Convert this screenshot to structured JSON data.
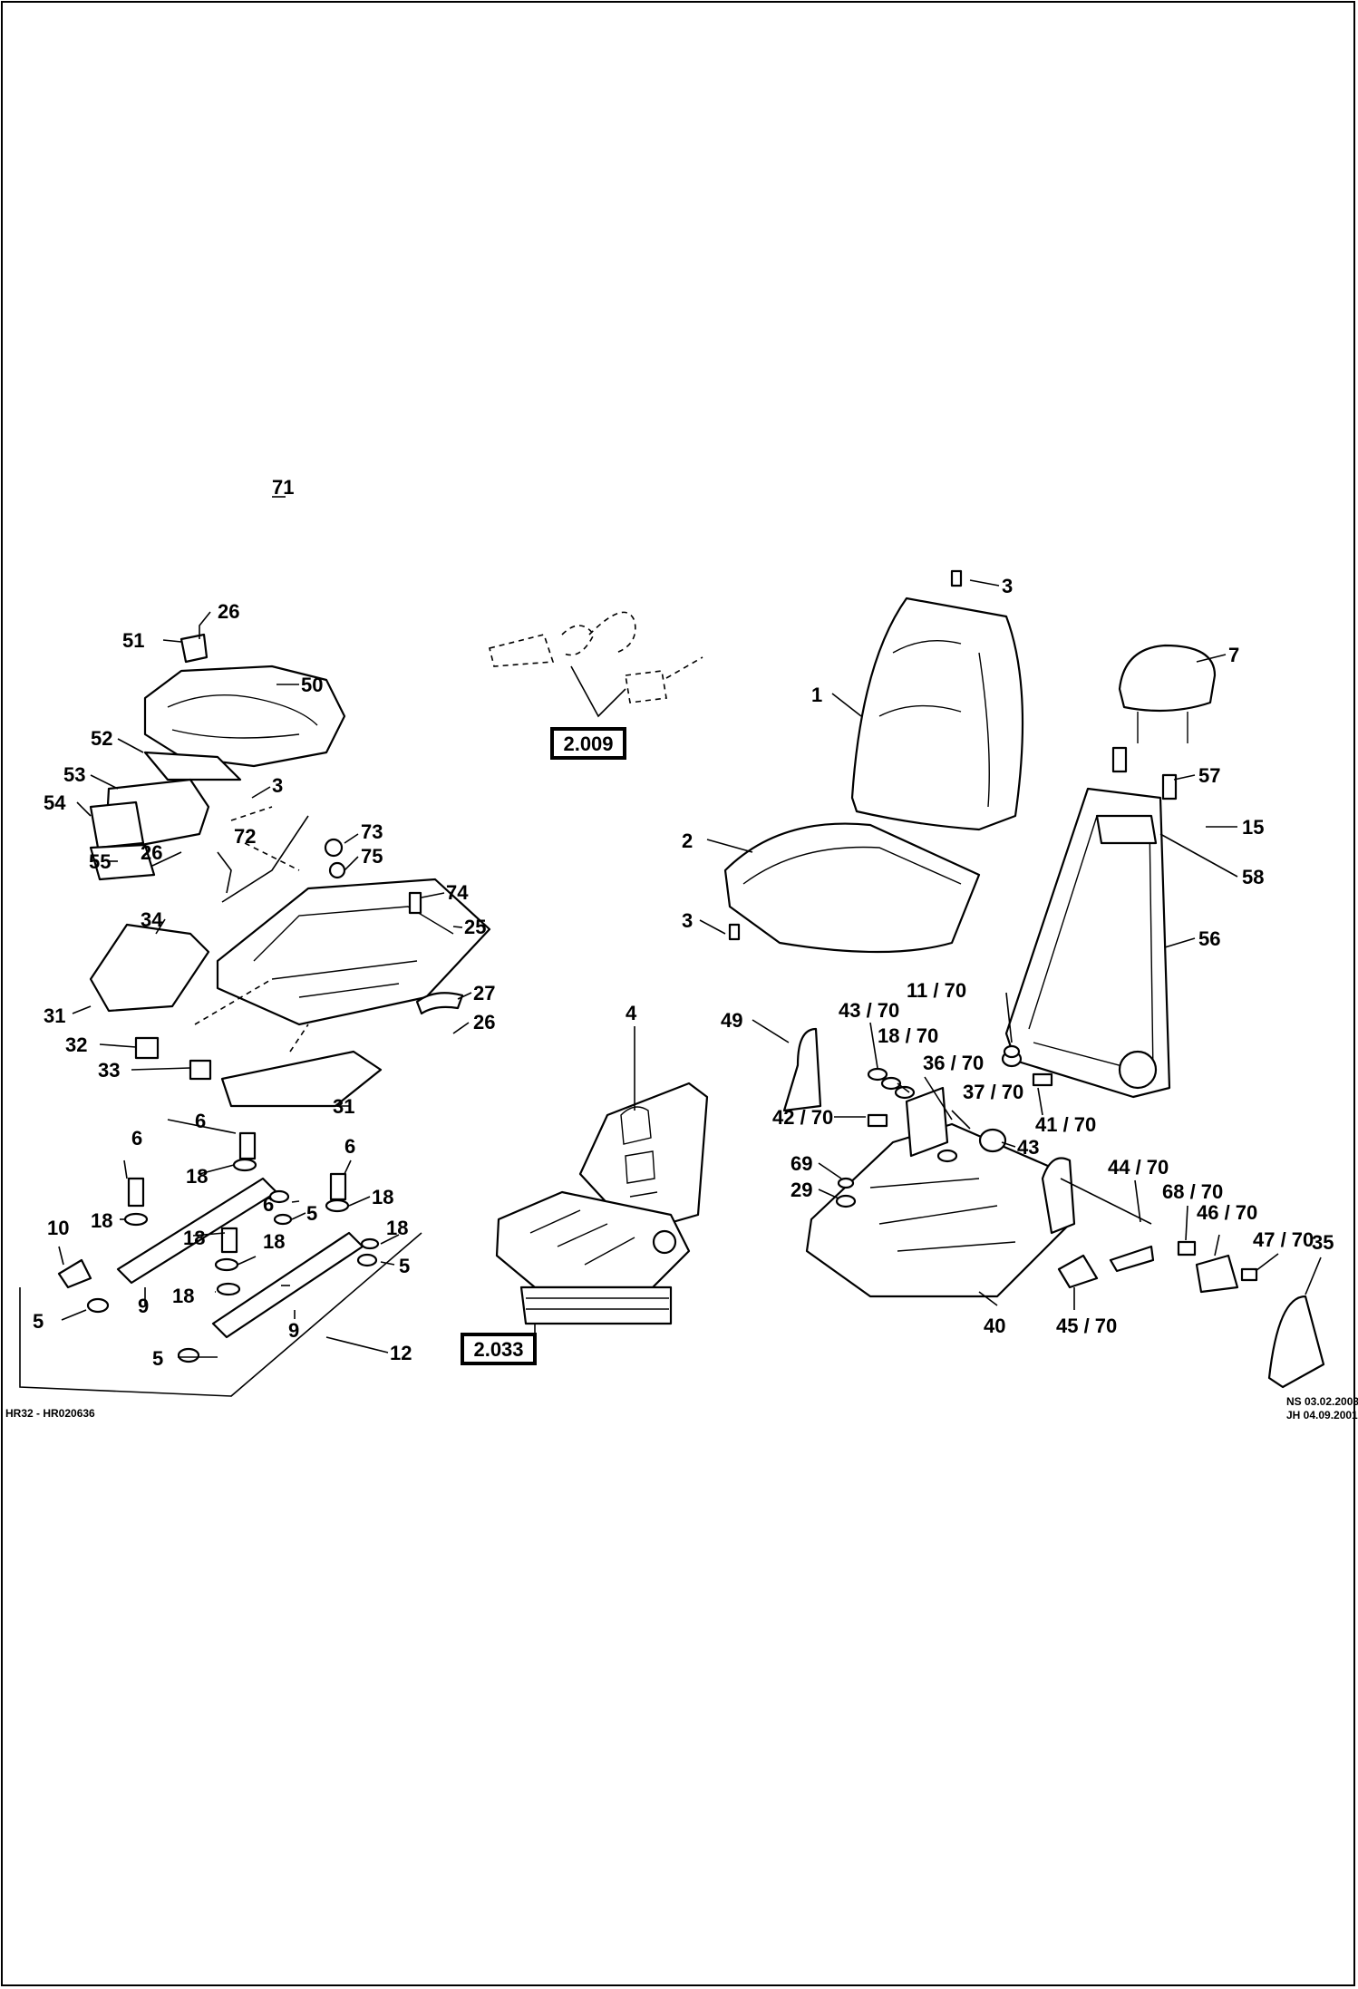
{
  "drawing": {
    "ref_left": "HR32 - HR020636",
    "ref_right_1": "NS 03.02.2003",
    "ref_right_2": "JH 04.09.2001",
    "reference_boxes": [
      "2.009",
      "2.033"
    ],
    "callouts": [
      "26",
      "51",
      "50",
      "52",
      "53",
      "3",
      "54",
      "55",
      "71",
      "72",
      "73",
      "75",
      "74",
      "26",
      "34",
      "25",
      "31",
      "27",
      "26",
      "32",
      "33",
      "31",
      "6",
      "18",
      "6",
      "18",
      "6",
      "18",
      "10",
      "18",
      "5",
      "5",
      "6",
      "18",
      "18",
      "9",
      "18",
      "5",
      "5",
      "9",
      "12",
      "4",
      "3",
      "1",
      "2",
      "3",
      "7",
      "57",
      "15",
      "58",
      "56",
      "11 / 70",
      "49",
      "43 / 70",
      "18 / 70",
      "36 / 70",
      "37 / 70",
      "41 / 70",
      "42 / 70",
      "43",
      "69",
      "29",
      "44 / 70",
      "68 / 70",
      "46 / 70",
      "47 / 70",
      "35",
      "45 / 70",
      "40"
    ]
  }
}
